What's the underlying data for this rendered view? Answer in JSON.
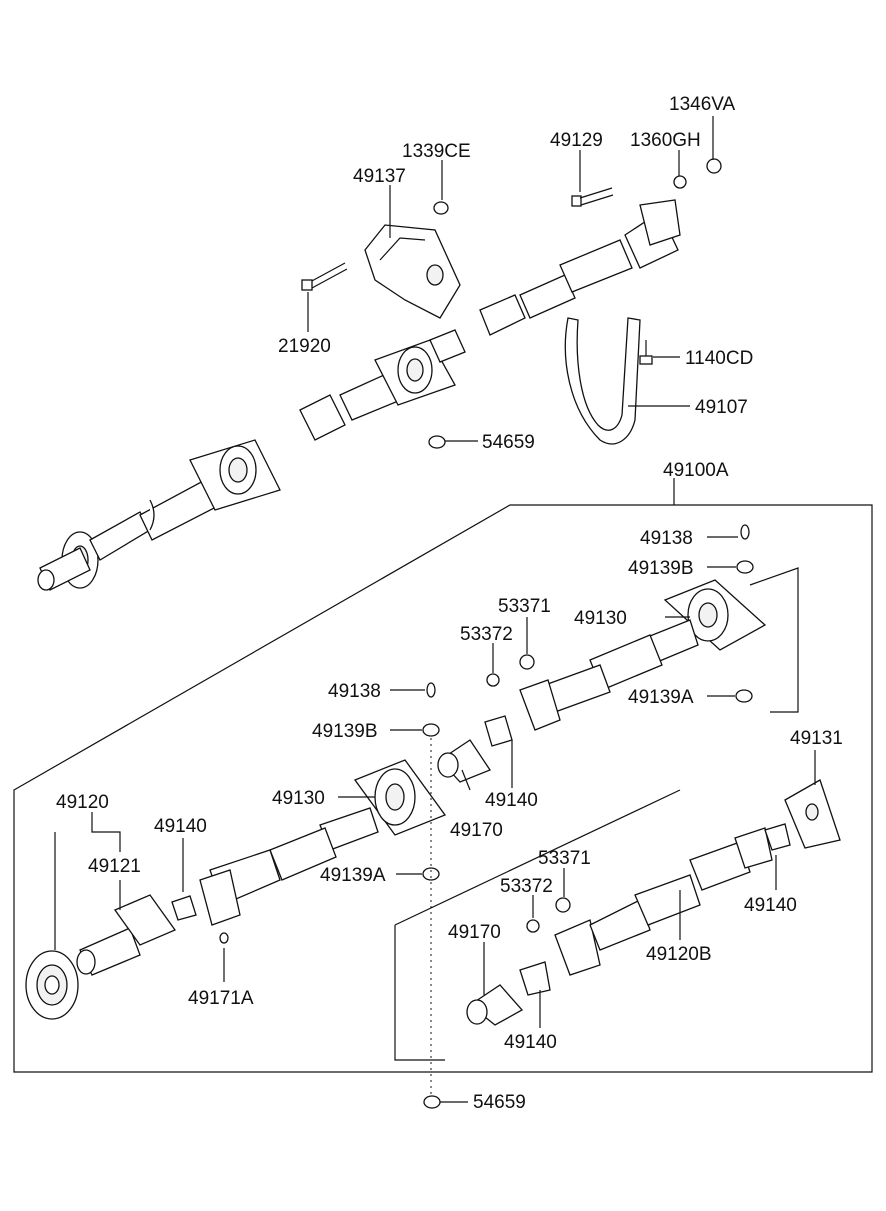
{
  "labels": {
    "p1346VA": "1346VA",
    "p1360GH": "1360GH",
    "p49129": "49129",
    "p1339CE": "1339CE",
    "p49137": "49137",
    "p21920": "21920",
    "p1140CD": "1140CD",
    "p49107": "49107",
    "p54659_top": "54659",
    "p49100A": "49100A",
    "p49138_r": "49138",
    "p49139B_r": "49139B",
    "p53371_r": "53371",
    "p53372_r": "53372",
    "p49130_r": "49130",
    "p49139A_r": "49139A",
    "p49138_l": "49138",
    "p49139B_l": "49139B",
    "p49130_l": "49130",
    "p49140_mid": "49140",
    "p49170_mid": "49170",
    "p49131": "49131",
    "p49120": "49120",
    "p49121": "49121",
    "p49140_left": "49140",
    "p49139A_l": "49139A",
    "p53371_b": "53371",
    "p53372_b": "53372",
    "p49170_b": "49170",
    "p49120B": "49120B",
    "p49140_right": "49140",
    "p49171A": "49171A",
    "p49140_b": "49140",
    "p54659_bottom": "54659"
  }
}
